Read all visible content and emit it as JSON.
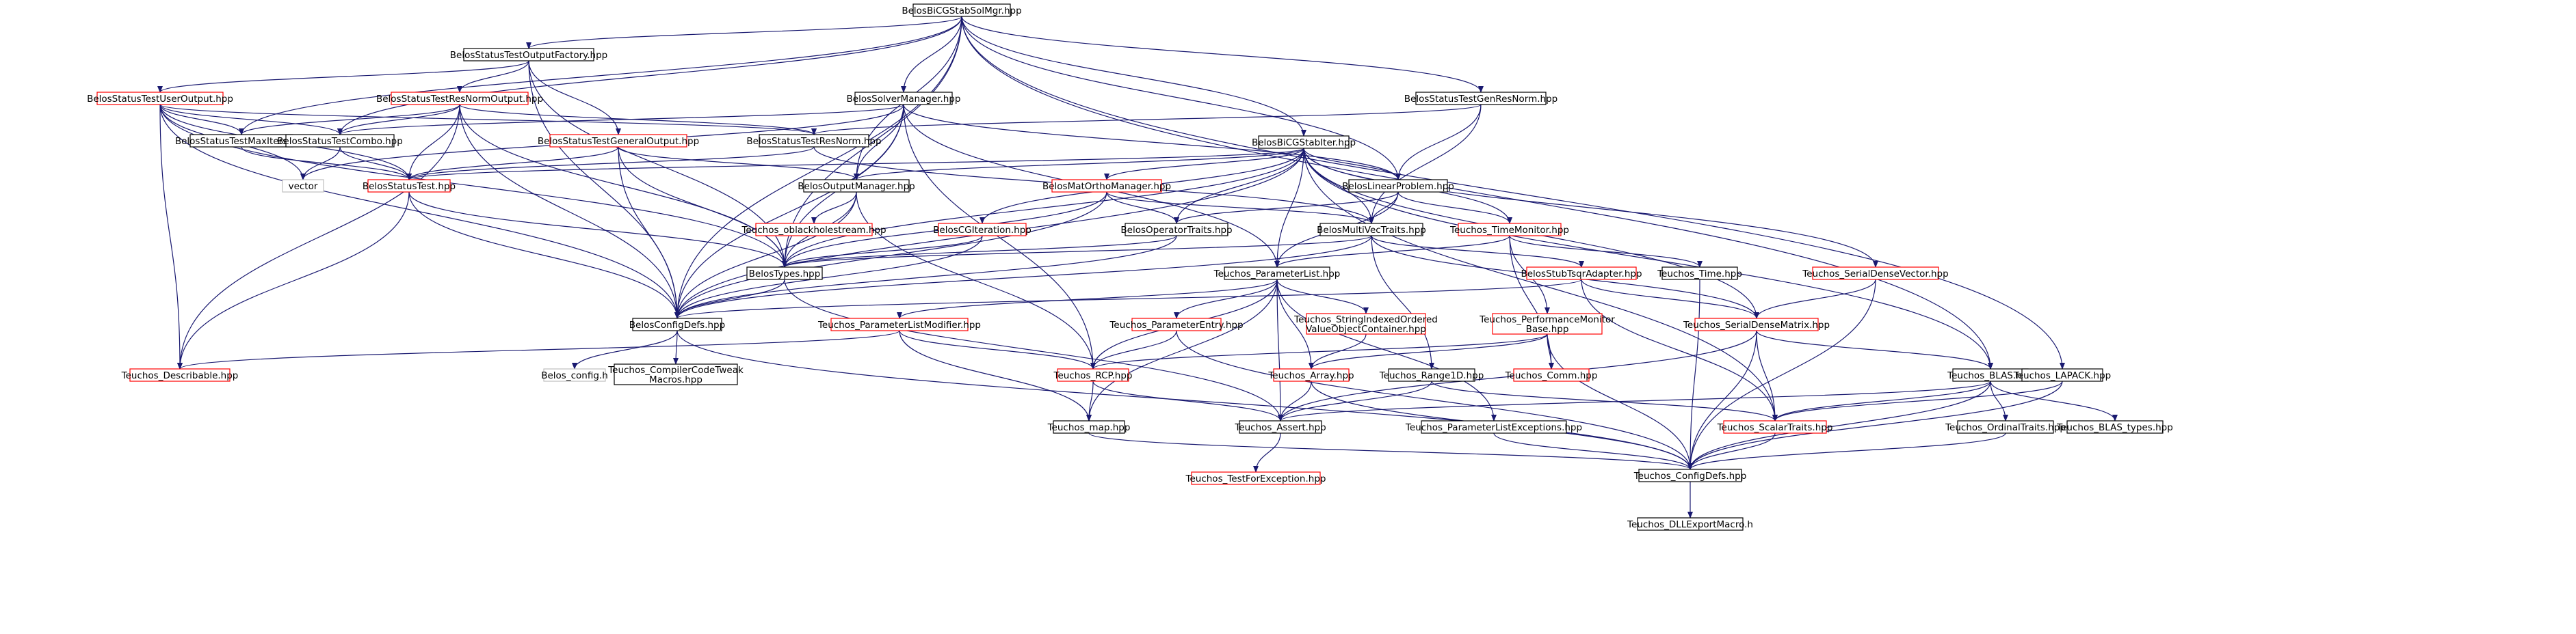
{
  "graph": {
    "title": "Include dependency graph",
    "colors": {
      "edge": "#191970",
      "text": "#000000",
      "normal_border": "#000000",
      "linked_border_red": "#ff0000",
      "missing_border": "#bfbfbf",
      "root_fill": "#bfbfbf",
      "node_fill": "#ffffff"
    },
    "nodes": [
      {
        "id": "root",
        "lines": [
          "BelosBiCGStabSolMgr.hpp"
        ],
        "style": "root"
      },
      {
        "id": "stofactory",
        "lines": [
          "BelosStatusTestOutputFactory.hpp"
        ],
        "style": "black"
      },
      {
        "id": "stuser",
        "lines": [
          "BelosStatusTestUserOutput.hpp"
        ],
        "style": "red"
      },
      {
        "id": "stresnormout",
        "lines": [
          "BelosStatusTestResNormOutput.hpp"
        ],
        "style": "red"
      },
      {
        "id": "solvermgr",
        "lines": [
          "BelosSolverManager.hpp"
        ],
        "style": "black"
      },
      {
        "id": "stgenresnorm",
        "lines": [
          "BelosStatusTestGenResNorm.hpp"
        ],
        "style": "black"
      },
      {
        "id": "stmaxiters",
        "lines": [
          "BelosStatusTestMaxIters.hpp"
        ],
        "style": "black"
      },
      {
        "id": "stcombo",
        "lines": [
          "BelosStatusTestCombo.hpp"
        ],
        "style": "black"
      },
      {
        "id": "stresnorm",
        "lines": [
          "BelosStatusTestResNorm.hpp"
        ],
        "style": "black"
      },
      {
        "id": "stgenout",
        "lines": [
          "BelosStatusTestGeneralOutput.hpp"
        ],
        "style": "red"
      },
      {
        "id": "bicgstabiter",
        "lines": [
          "BelosBiCGStabIter.hpp"
        ],
        "style": "black"
      },
      {
        "id": "vector",
        "lines": [
          "vector"
        ],
        "style": "gray"
      },
      {
        "id": "stest",
        "lines": [
          "BelosStatusTest.hpp"
        ],
        "style": "red"
      },
      {
        "id": "outmgr",
        "lines": [
          "BelosOutputManager.hpp"
        ],
        "style": "black"
      },
      {
        "id": "matortho",
        "lines": [
          "BelosMatOrthoManager.hpp"
        ],
        "style": "red"
      },
      {
        "id": "linprob",
        "lines": [
          "BelosLinearProblem.hpp"
        ],
        "style": "black"
      },
      {
        "id": "timemon",
        "lines": [
          "Teuchos_TimeMonitor.hpp"
        ],
        "style": "red"
      },
      {
        "id": "oblackhole",
        "lines": [
          "Teuchos_oblackholestream.hpp"
        ],
        "style": "red"
      },
      {
        "id": "cgiter",
        "lines": [
          "BelosCGIteration.hpp"
        ],
        "style": "red"
      },
      {
        "id": "optraits",
        "lines": [
          "BelosOperatorTraits.hpp"
        ],
        "style": "black"
      },
      {
        "id": "mvtraits",
        "lines": [
          "BelosMultiVecTraits.hpp"
        ],
        "style": "black"
      },
      {
        "id": "serialvec",
        "lines": [
          "Teuchos_SerialDenseVector.hpp"
        ],
        "style": "red"
      },
      {
        "id": "btypes",
        "lines": [
          "BelosTypes.hpp"
        ],
        "style": "black"
      },
      {
        "id": "paramlist",
        "lines": [
          "Teuchos_ParameterList.hpp"
        ],
        "style": "black"
      },
      {
        "id": "tsqr",
        "lines": [
          "BelosStubTsqrAdapter.hpp"
        ],
        "style": "red"
      },
      {
        "id": "ttime",
        "lines": [
          "Teuchos_Time.hpp"
        ],
        "style": "black"
      },
      {
        "id": "configdefs",
        "lines": [
          "BelosConfigDefs.hpp"
        ],
        "style": "black"
      },
      {
        "id": "plmodifier",
        "lines": [
          "Teuchos_ParameterListModifier.hpp"
        ],
        "style": "red"
      },
      {
        "id": "pentry",
        "lines": [
          "Teuchos_ParameterEntry.hpp"
        ],
        "style": "red"
      },
      {
        "id": "stridx",
        "lines": [
          "Teuchos_StringIndexedOrdered",
          "ValueObjectContainer.hpp"
        ],
        "style": "red"
      },
      {
        "id": "perfmon",
        "lines": [
          "Teuchos_PerformanceMonitor",
          "Base.hpp"
        ],
        "style": "red"
      },
      {
        "id": "serialmat",
        "lines": [
          "Teuchos_SerialDenseMatrix.hpp"
        ],
        "style": "red"
      },
      {
        "id": "describable",
        "lines": [
          "Teuchos_Describable.hpp"
        ],
        "style": "red"
      },
      {
        "id": "belosconfig",
        "lines": [
          "Belos_config.h"
        ],
        "style": "gray"
      },
      {
        "id": "tweak",
        "lines": [
          "Teuchos_CompilerCodeTweak",
          "Macros.hpp"
        ],
        "style": "black"
      },
      {
        "id": "rcp",
        "lines": [
          "Teuchos_RCP.hpp"
        ],
        "style": "red"
      },
      {
        "id": "tarray",
        "lines": [
          "Teuchos_Array.hpp"
        ],
        "style": "red"
      },
      {
        "id": "range1d",
        "lines": [
          "Teuchos_Range1D.hpp"
        ],
        "style": "black"
      },
      {
        "id": "tcomm",
        "lines": [
          "Teuchos_Comm.hpp"
        ],
        "style": "red"
      },
      {
        "id": "blas",
        "lines": [
          "Teuchos_BLAS.hpp"
        ],
        "style": "black"
      },
      {
        "id": "lapack",
        "lines": [
          "Teuchos_LAPACK.hpp"
        ],
        "style": "black"
      },
      {
        "id": "tmap",
        "lines": [
          "Teuchos_map.hpp"
        ],
        "style": "black"
      },
      {
        "id": "tassert",
        "lines": [
          "Teuchos_Assert.hpp"
        ],
        "style": "black"
      },
      {
        "id": "plexc",
        "lines": [
          "Teuchos_ParameterListExceptions.hpp"
        ],
        "style": "black"
      },
      {
        "id": "scalartraits",
        "lines": [
          "Teuchos_ScalarTraits.hpp"
        ],
        "style": "red"
      },
      {
        "id": "ordinaltraits",
        "lines": [
          "Teuchos_OrdinalTraits.hpp"
        ],
        "style": "black"
      },
      {
        "id": "blastypes",
        "lines": [
          "Teuchos_BLAS_types.hpp"
        ],
        "style": "black"
      },
      {
        "id": "tconfigdefs",
        "lines": [
          "Teuchos_ConfigDefs.hpp"
        ],
        "style": "black"
      },
      {
        "id": "testforexc",
        "lines": [
          "Teuchos_TestForException.hpp"
        ],
        "style": "red"
      },
      {
        "id": "dllexport",
        "lines": [
          "Teuchos_DLLExportMacro.h"
        ],
        "style": "black"
      }
    ],
    "edges": [
      [
        "root",
        "stofactory"
      ],
      [
        "root",
        "solvermgr"
      ],
      [
        "root",
        "stgenresnorm"
      ],
      [
        "root",
        "bicgstabiter"
      ],
      [
        "root",
        "stmaxiters"
      ],
      [
        "root",
        "stcombo"
      ],
      [
        "root",
        "linprob"
      ],
      [
        "root",
        "outmgr"
      ],
      [
        "root",
        "btypes"
      ],
      [
        "root",
        "configdefs"
      ],
      [
        "root",
        "blas"
      ],
      [
        "root",
        "lapack"
      ],
      [
        "stofactory",
        "stuser"
      ],
      [
        "stofactory",
        "stresnormout"
      ],
      [
        "stofactory",
        "stgenout"
      ],
      [
        "stofactory",
        "btypes"
      ],
      [
        "stofactory",
        "configdefs"
      ],
      [
        "stuser",
        "stmaxiters"
      ],
      [
        "stuser",
        "stcombo"
      ],
      [
        "stuser",
        "stresnorm"
      ],
      [
        "stuser",
        "vector"
      ],
      [
        "stuser",
        "stest"
      ],
      [
        "stuser",
        "btypes"
      ],
      [
        "stuser",
        "configdefs"
      ],
      [
        "stuser",
        "describable"
      ],
      [
        "stresnormout",
        "stmaxiters"
      ],
      [
        "stresnormout",
        "stcombo"
      ],
      [
        "stresnormout",
        "stresnorm"
      ],
      [
        "stresnormout",
        "stest"
      ],
      [
        "stresnormout",
        "btypes"
      ],
      [
        "stresnormout",
        "configdefs"
      ],
      [
        "stresnormout",
        "describable"
      ],
      [
        "solvermgr",
        "stcombo"
      ],
      [
        "solvermgr",
        "outmgr"
      ],
      [
        "solvermgr",
        "paramlist"
      ],
      [
        "solvermgr",
        "rcp"
      ],
      [
        "solvermgr",
        "btypes"
      ],
      [
        "solvermgr",
        "configdefs"
      ],
      [
        "solvermgr",
        "linprob"
      ],
      [
        "solvermgr",
        "vector"
      ],
      [
        "stgenresnorm",
        "stresnorm"
      ],
      [
        "stgenresnorm",
        "linprob"
      ],
      [
        "stgenresnorm",
        "mvtraits"
      ],
      [
        "stmaxiters",
        "stest"
      ],
      [
        "stcombo",
        "stest"
      ],
      [
        "stcombo",
        "vector"
      ],
      [
        "stresnorm",
        "stest"
      ],
      [
        "stresnorm",
        "mvtraits"
      ],
      [
        "stgenout",
        "stest"
      ],
      [
        "stgenout",
        "outmgr"
      ],
      [
        "stgenout",
        "btypes"
      ],
      [
        "stgenout",
        "configdefs"
      ],
      [
        "bicgstabiter",
        "linprob"
      ],
      [
        "bicgstabiter",
        "matortho"
      ],
      [
        "bicgstabiter",
        "outmgr"
      ],
      [
        "bicgstabiter",
        "stest"
      ],
      [
        "bicgstabiter",
        "optraits"
      ],
      [
        "bicgstabiter",
        "mvtraits"
      ],
      [
        "bicgstabiter",
        "cgiter"
      ],
      [
        "bicgstabiter",
        "serialmat"
      ],
      [
        "bicgstabiter",
        "serialvec"
      ],
      [
        "bicgstabiter",
        "timemon"
      ],
      [
        "bicgstabiter",
        "scalartraits"
      ],
      [
        "bicgstabiter",
        "blas"
      ],
      [
        "bicgstabiter",
        "paramlist"
      ],
      [
        "bicgstabiter",
        "btypes"
      ],
      [
        "bicgstabiter",
        "configdefs"
      ],
      [
        "stest",
        "btypes"
      ],
      [
        "stest",
        "configdefs"
      ],
      [
        "stest",
        "describable"
      ],
      [
        "outmgr",
        "btypes"
      ],
      [
        "outmgr",
        "oblackhole"
      ],
      [
        "outmgr",
        "rcp"
      ],
      [
        "outmgr",
        "configdefs"
      ],
      [
        "matortho",
        "btypes"
      ],
      [
        "matortho",
        "optraits"
      ],
      [
        "matortho",
        "mvtraits"
      ],
      [
        "matortho",
        "configdefs"
      ],
      [
        "linprob",
        "mvtraits"
      ],
      [
        "linprob",
        "optraits"
      ],
      [
        "linprob",
        "timemon"
      ],
      [
        "linprob",
        "paramlist"
      ],
      [
        "timemon",
        "paramlist"
      ],
      [
        "timemon",
        "perfmon"
      ],
      [
        "timemon",
        "ttime"
      ],
      [
        "timemon",
        "tcomm"
      ],
      [
        "cgiter",
        "btypes"
      ],
      [
        "cgiter",
        "configdefs"
      ],
      [
        "optraits",
        "btypes"
      ],
      [
        "optraits",
        "configdefs"
      ],
      [
        "mvtraits",
        "btypes"
      ],
      [
        "mvtraits",
        "serialmat"
      ],
      [
        "mvtraits",
        "tsqr"
      ],
      [
        "mvtraits",
        "range1d"
      ],
      [
        "mvtraits",
        "configdefs"
      ],
      [
        "serialvec",
        "serialmat"
      ],
      [
        "serialvec",
        "tconfigdefs"
      ],
      [
        "btypes",
        "configdefs"
      ],
      [
        "btypes",
        "tassert"
      ],
      [
        "paramlist",
        "plmodifier"
      ],
      [
        "paramlist",
        "pentry"
      ],
      [
        "paramlist",
        "stridx"
      ],
      [
        "paramlist",
        "rcp"
      ],
      [
        "paramlist",
        "tarray"
      ],
      [
        "paramlist",
        "tmap"
      ],
      [
        "paramlist",
        "tassert"
      ],
      [
        "paramlist",
        "plexc"
      ],
      [
        "tsqr",
        "serialmat"
      ],
      [
        "tsqr",
        "scalartraits"
      ],
      [
        "tsqr",
        "configdefs"
      ],
      [
        "ttime",
        "tconfigdefs"
      ],
      [
        "configdefs",
        "belosconfig"
      ],
      [
        "configdefs",
        "tweak"
      ],
      [
        "configdefs",
        "tconfigdefs"
      ],
      [
        "plmodifier",
        "rcp"
      ],
      [
        "plmodifier",
        "describable"
      ],
      [
        "plmodifier",
        "tmap"
      ],
      [
        "pentry",
        "rcp"
      ],
      [
        "pentry",
        "tconfigdefs"
      ],
      [
        "stridx",
        "tarray"
      ],
      [
        "perfmon",
        "rcp"
      ],
      [
        "perfmon",
        "tarray"
      ],
      [
        "perfmon",
        "tcomm"
      ],
      [
        "perfmon",
        "tconfigdefs"
      ],
      [
        "serialmat",
        "blas"
      ],
      [
        "serialmat",
        "scalartraits"
      ],
      [
        "serialmat",
        "tassert"
      ],
      [
        "serialmat",
        "tconfigdefs"
      ],
      [
        "rcp",
        "tmap"
      ],
      [
        "rcp",
        "tassert"
      ],
      [
        "tarray",
        "tassert"
      ],
      [
        "tarray",
        "tconfigdefs"
      ],
      [
        "range1d",
        "tassert"
      ],
      [
        "range1d",
        "scalartraits"
      ],
      [
        "blas",
        "tassert"
      ],
      [
        "blas",
        "scalartraits"
      ],
      [
        "blas",
        "ordinaltraits"
      ],
      [
        "blas",
        "blastypes"
      ],
      [
        "blas",
        "tconfigdefs"
      ],
      [
        "lapack",
        "scalartraits"
      ],
      [
        "lapack",
        "tconfigdefs"
      ],
      [
        "tmap",
        "tconfigdefs"
      ],
      [
        "tassert",
        "testforexc"
      ],
      [
        "plexc",
        "tconfigdefs"
      ],
      [
        "scalartraits",
        "tconfigdefs"
      ],
      [
        "ordinaltraits",
        "tconfigdefs"
      ],
      [
        "tconfigdefs",
        "dllexport"
      ]
    ]
  }
}
